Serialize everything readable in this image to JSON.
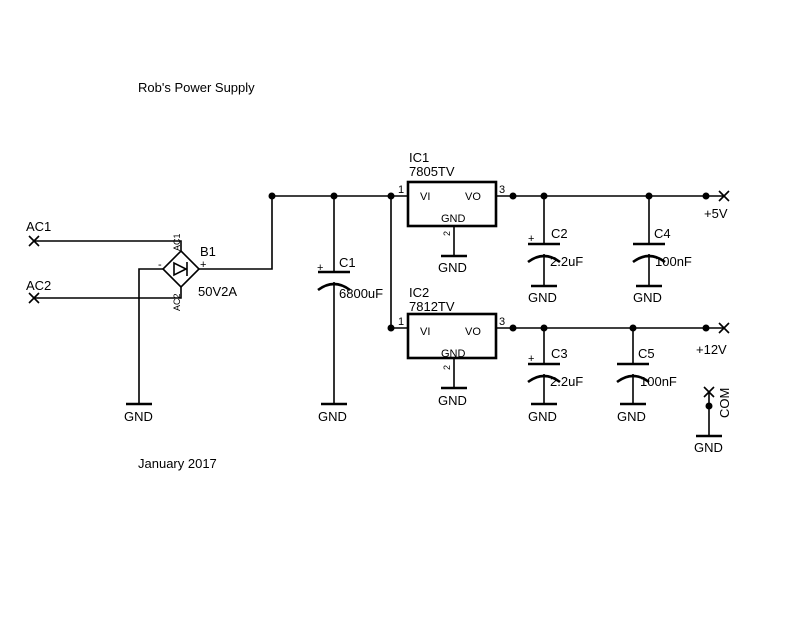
{
  "title": "Rob's Power Supply",
  "date": "January 2017",
  "inputs": {
    "ac1": "AC1",
    "ac2": "AC2"
  },
  "bridge": {
    "ref": "B1",
    "value": "50V2A",
    "pin_ac1": "AC1",
    "pin_ac2": "AC2",
    "pin_minus": "-",
    "pin_plus": "+",
    "gnd": "GND"
  },
  "c1": {
    "ref": "C1",
    "value": "6800uF",
    "polarity": "+",
    "gnd": "GND"
  },
  "ic1": {
    "ref": "IC1",
    "part": "7805TV",
    "pin_in": "VI",
    "pin_out": "VO",
    "pin_gnd": "GND",
    "pin1": "1",
    "pin2": "2",
    "pin3": "3",
    "gnd": "GND"
  },
  "ic2": {
    "ref": "IC2",
    "part": "7812TV",
    "pin_in": "VI",
    "pin_out": "VO",
    "pin_gnd": "GND",
    "pin1": "1",
    "pin2": "2",
    "pin3": "3",
    "gnd": "GND"
  },
  "c2": {
    "ref": "C2",
    "value": "2.2uF",
    "polarity": "+",
    "gnd": "GND"
  },
  "c4": {
    "ref": "C4",
    "value": "100nF",
    "gnd": "GND"
  },
  "c3": {
    "ref": "C3",
    "value": "2.2uF",
    "polarity": "+",
    "gnd": "GND"
  },
  "c5": {
    "ref": "C5",
    "value": "100nF",
    "gnd": "GND"
  },
  "outputs": {
    "v5": "+5V",
    "v12": "+12V",
    "com": "COM",
    "com_gnd": "GND"
  }
}
